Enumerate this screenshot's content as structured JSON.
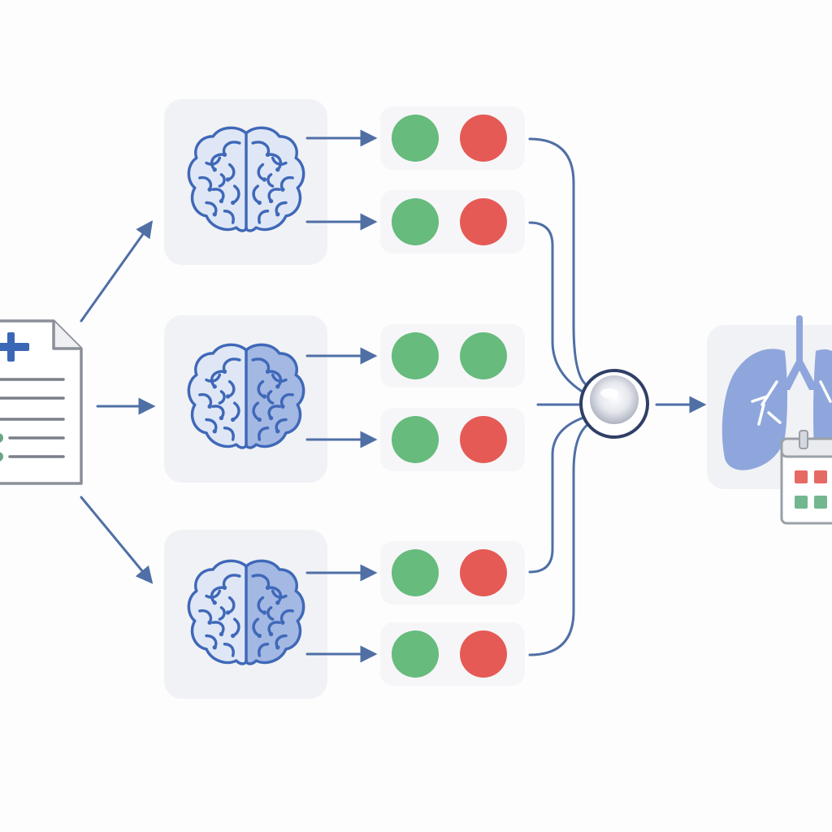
{
  "colors": {
    "accent": "#4f6fa5",
    "brain": "#3f68b8",
    "brain_fill": "#dfe7f6",
    "brain_shade": "#8fa8dc",
    "positive": "#66bb7d",
    "negative": "#e55a55",
    "panel": "#f1f2f5",
    "lung": "#8ea6dc"
  },
  "icons": {
    "input": "medical-record-icon",
    "model": "brain-icon",
    "aggregator": "ensemble-node-icon",
    "output": "lungs-icon",
    "output_badge": "calendar-grid-icon"
  },
  "models": [
    {
      "name": "model-1",
      "shade": 0,
      "outputs": [
        [
          "positive",
          "negative"
        ],
        [
          "positive",
          "negative"
        ]
      ]
    },
    {
      "name": "model-2",
      "shade": 0.75,
      "outputs": [
        [
          "positive",
          "positive"
        ],
        [
          "positive",
          "negative"
        ]
      ]
    },
    {
      "name": "model-3",
      "shade": 0.75,
      "outputs": [
        [
          "positive",
          "negative"
        ],
        [
          "positive",
          "negative"
        ]
      ]
    }
  ]
}
